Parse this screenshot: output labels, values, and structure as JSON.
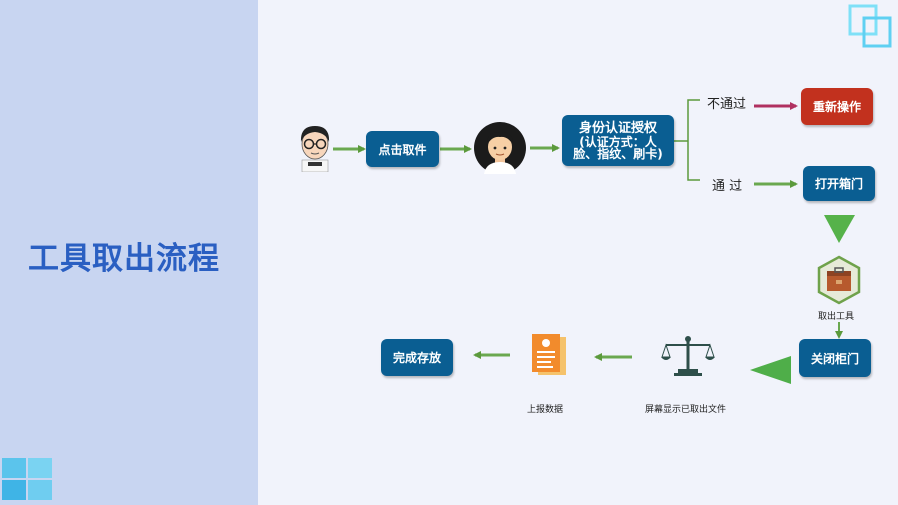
{
  "title": "工具取出流程",
  "steps": {
    "click_pickup": "点击取件",
    "auth_title": "身份认证授权",
    "auth_sub1": "(认证方式：人",
    "auth_sub2": "脸、指纹、刷卡)",
    "retry": "重新操作",
    "open_box": "打开箱门",
    "close_door": "关闭柜门",
    "complete": "完成存放"
  },
  "labels": {
    "fail": "不通过",
    "pass": "通 过",
    "take_tool": "取出工具",
    "upload": "上报数据",
    "screen_show": "屏幕显示已取出文件"
  },
  "colors": {
    "box_blue": "#0a5e92",
    "box_red": "#c2311e",
    "title_blue": "#2a5fc2",
    "arrow_green": "#6aa84f",
    "arrow_red": "#b03060"
  }
}
